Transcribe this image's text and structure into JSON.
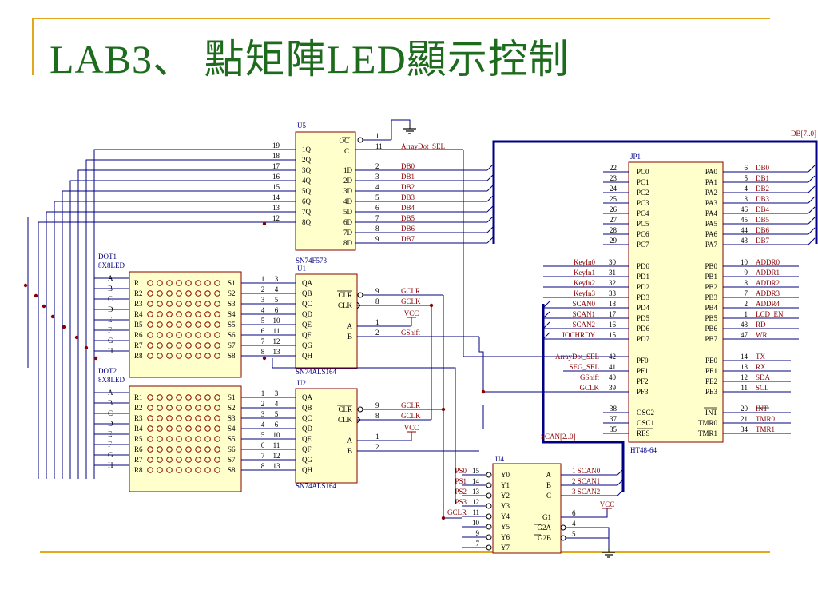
{
  "slide": {
    "title": "LAB3、 點矩陣LED顯示控制"
  },
  "colors": {
    "title": "#1e6b1e",
    "accent_rule": "#e0a81a",
    "wire": "#000080",
    "signal": "#8a0000",
    "chip_fill": "#ffffcc"
  },
  "u5": {
    "ref": "U5",
    "part": "SN74F573",
    "oc": "OC",
    "c": "C",
    "q_pins": [
      "1Q",
      "2Q",
      "3Q",
      "4Q",
      "5Q",
      "6Q",
      "7Q",
      "8Q"
    ],
    "q_nums": [
      "19",
      "18",
      "17",
      "16",
      "15",
      "14",
      "13",
      "12"
    ],
    "d_pins": [
      "1D",
      "2D",
      "3D",
      "4D",
      "5D",
      "6D",
      "7D",
      "8D"
    ],
    "d_nums": [
      "2",
      "3",
      "4",
      "5",
      "6",
      "7",
      "8",
      "9"
    ],
    "d_nets": [
      "DB0",
      "DB1",
      "DB2",
      "DB3",
      "DB4",
      "DB5",
      "DB6",
      "DB7"
    ],
    "oc_num": "1",
    "c_num": "11",
    "c_net": "ArrayDot_SEL"
  },
  "dot1": {
    "ref": "DOT1",
    "part": "8X8LED"
  },
  "dot2": {
    "ref": "DOT2",
    "part": "8X8LED"
  },
  "dot_cols": [
    "A",
    "B",
    "C",
    "D",
    "E",
    "F",
    "G",
    "H"
  ],
  "dot_rows": [
    "R1",
    "R2",
    "R3",
    "R4",
    "R5",
    "R6",
    "R7",
    "R8"
  ],
  "dot_s": [
    "S1",
    "S2",
    "S3",
    "S4",
    "S5",
    "S6",
    "S7",
    "S8"
  ],
  "s_nums": [
    [
      "1",
      "3"
    ],
    [
      "2",
      "4"
    ],
    [
      "3",
      "5"
    ],
    [
      "4",
      "6"
    ],
    [
      "5",
      "10"
    ],
    [
      "6",
      "11"
    ],
    [
      "7",
      "12"
    ],
    [
      "8",
      "13"
    ]
  ],
  "u1": {
    "ref": "U1",
    "part": "SN74ALS164"
  },
  "u2": {
    "ref": "U2",
    "part": "SN74ALS164"
  },
  "sr_pins": [
    "QA",
    "QB",
    "QC",
    "QD",
    "QE",
    "QF",
    "QG",
    "QH"
  ],
  "sr_right": {
    "clr": "CLR",
    "clk": "CLK",
    "a": "A",
    "b": "B"
  },
  "u1_nets": {
    "clr_num": "9",
    "clk_num": "8",
    "a_num": "1",
    "b_num": "2",
    "clr": "GCLR",
    "clk": "GCLK",
    "vcc": "VCC",
    "b": "GShift"
  },
  "u2_nets": {
    "clr_num": "9",
    "clk_num": "8",
    "a_num": "1",
    "b_num": "2",
    "clr": "GCLR",
    "clk": "GCLK",
    "vcc": "VCC"
  },
  "jp1": {
    "ref": "JP1",
    "part": "HT48-64",
    "pc_pins": [
      "PC0",
      "PC1",
      "PC2",
      "PC3",
      "PC4",
      "PC5",
      "PC6",
      "PC7"
    ],
    "pc_nums": [
      "22",
      "23",
      "24",
      "25",
      "26",
      "27",
      "28",
      "29"
    ],
    "pa_pins": [
      "PA0",
      "PA1",
      "PA2",
      "PA3",
      "PA4",
      "PA5",
      "PA6",
      "PA7"
    ],
    "pa_nums": [
      "6",
      "5",
      "4",
      "3",
      "46",
      "45",
      "44",
      "43"
    ],
    "pa_nets": [
      "DB0",
      "DB1",
      "DB2",
      "DB3",
      "DB4",
      "DB5",
      "DB6",
      "DB7"
    ],
    "pd_pins": [
      "PD0",
      "PD1",
      "PD2",
      "PD3",
      "PD4",
      "PD5",
      "PD6",
      "PD7"
    ],
    "pd_nums": [
      "30",
      "31",
      "32",
      "33",
      "18",
      "17",
      "16",
      "15"
    ],
    "pd_nets": [
      "KeyIn0",
      "KeyIn1",
      "KeyIn2",
      "KeyIn3",
      "SCAN0",
      "SCAN1",
      "SCAN2",
      "IOCHRDY"
    ],
    "pb_pins": [
      "PB0",
      "PB1",
      "PB2",
      "PB3",
      "PB4",
      "PB5",
      "PB6",
      "PB7"
    ],
    "pb_nums": [
      "10",
      "9",
      "8",
      "7",
      "2",
      "1",
      "48",
      "47"
    ],
    "pb_nets": [
      "ADDR0",
      "ADDR1",
      "ADDR2",
      "ADDR3",
      "ADDR4",
      "LCD_EN",
      "RD",
      "WR"
    ],
    "pf_pins": [
      "PF0",
      "PF1",
      "PF2",
      "PF3"
    ],
    "pf_nums": [
      "42",
      "41",
      "40",
      "39"
    ],
    "pf_nets": [
      "ArrayDot_SEL",
      "SEG_SEL",
      "GShift",
      "GCLK"
    ],
    "pe_pins": [
      "PE0",
      "PE1",
      "PE2",
      "PE3"
    ],
    "pe_nums": [
      "14",
      "13",
      "12",
      "11"
    ],
    "pe_nets": [
      "TX",
      "RX",
      "SDA",
      "SCL"
    ],
    "osc_pins": [
      "OSC2",
      "OSC1",
      "RES"
    ],
    "osc_nums": [
      "38",
      "37",
      "35"
    ],
    "tmr_pins": [
      "INT",
      "TMR0",
      "TMR1"
    ],
    "tmr_nums": [
      "20",
      "21",
      "34"
    ],
    "tmr_nets": [
      "INT",
      "TMR0",
      "TMR1"
    ]
  },
  "bus_db": "DB[7..0]",
  "bus_scan": "SCAN[2..0]",
  "u4": {
    "ref": "U4",
    "y_pins": [
      "Y0",
      "Y1",
      "Y2",
      "Y3",
      "Y4",
      "Y5",
      "Y6",
      "Y7"
    ],
    "y_nums": [
      "15",
      "14",
      "13",
      "12",
      "11",
      "10",
      "9",
      "7"
    ],
    "y_nets": [
      "PS0",
      "PS1",
      "PS2",
      "PS3",
      "GCLR",
      "",
      "",
      ""
    ],
    "abc": [
      "A",
      "B",
      "C"
    ],
    "abc_nets": [
      "1 SCAN0",
      "2 SCAN1",
      "3 SCAN2"
    ],
    "g_pins": [
      "G1",
      "G2A",
      "G2B"
    ],
    "g_nums": [
      "6",
      "4",
      "5"
    ],
    "vcc": "VCC"
  }
}
